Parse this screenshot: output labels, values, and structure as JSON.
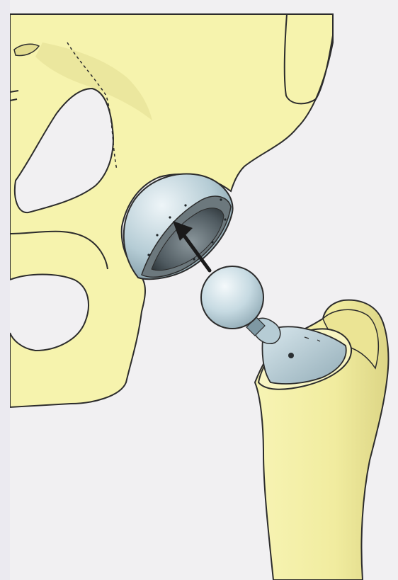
{
  "illustration": {
    "subject": "hip-replacement-prosthesis",
    "components": [
      "pelvis",
      "acetabular-cup",
      "femoral-head-ball",
      "femoral-stem",
      "femur"
    ],
    "colors": {
      "background": "#f1f0f2",
      "frame_border": "#5f6fe6",
      "bone_fill": "#f6f3ad",
      "bone_shadow": "#e3dd8c",
      "outline": "#2c2c2c",
      "implant_light": "#d9e8ee",
      "implant_mid": "#a9c3cd",
      "implant_dark": "#4f5a60",
      "arrow": "#1a1a1a"
    }
  }
}
